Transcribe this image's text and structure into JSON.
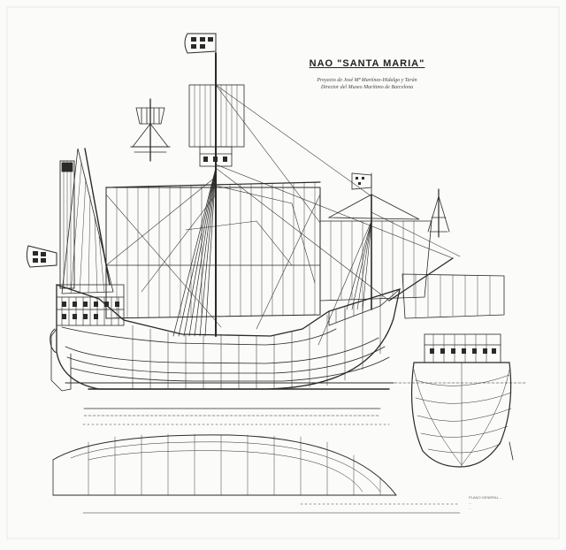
{
  "drawing": {
    "title": "NAO \"SANTA MARIA\"",
    "credits": [
      "Proyecto de José Mª Martínez-Hidalgo y Terán",
      "Director del Museo Marítimo de Barcelona"
    ],
    "plate_stamp": [
      "PLANO GENERAL ...",
      "...",
      "..."
    ],
    "views": [
      "sail-plan-side-elevation",
      "body-plan-stern-view",
      "half-breadth-plan"
    ]
  }
}
